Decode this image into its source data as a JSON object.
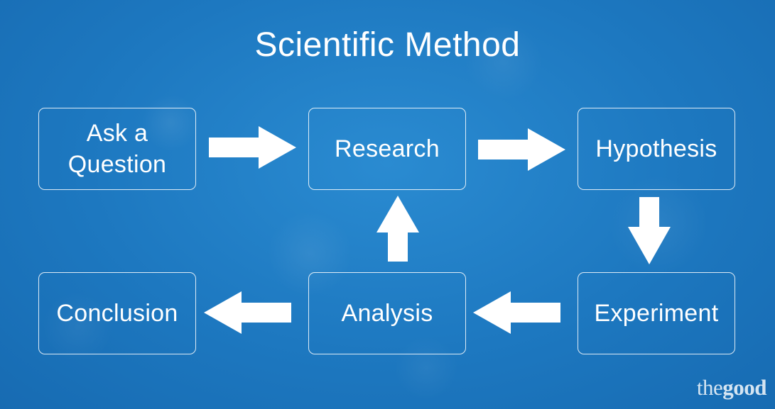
{
  "title": "Scientific Method",
  "steps": {
    "ask_line1": "Ask a",
    "ask_line2": "Question",
    "research": "Research",
    "hypothesis": "Hypothesis",
    "experiment": "Experiment",
    "analysis": "Analysis",
    "conclusion": "Conclusion"
  },
  "brand": {
    "word1": "the",
    "word2": "good"
  },
  "colors": {
    "background": "#1f7cc4",
    "foreground": "#ffffff"
  }
}
